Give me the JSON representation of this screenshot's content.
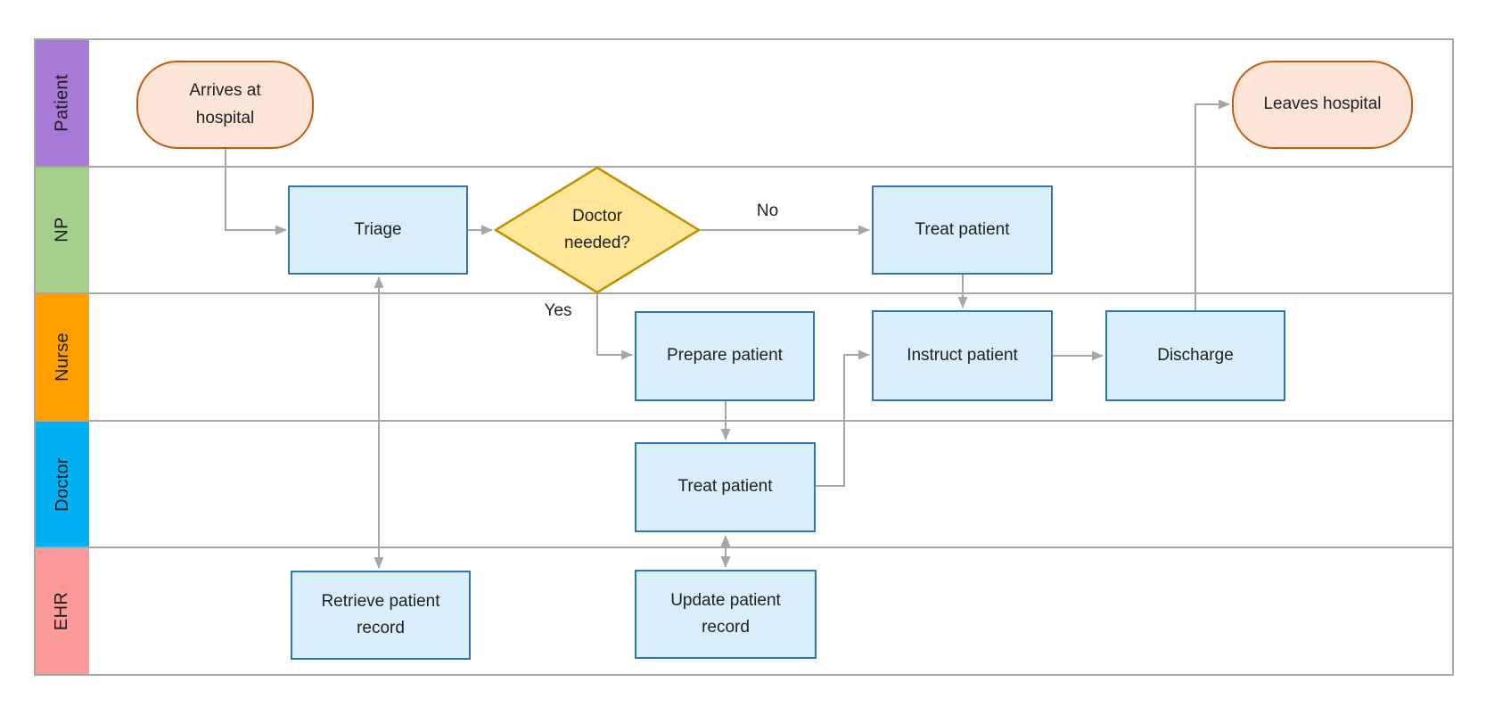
{
  "flowchart": {
    "lanes": [
      {
        "label": "Patient",
        "color": "#A87AD8"
      },
      {
        "label": "NP",
        "color": "#A6CF8D"
      },
      {
        "label": "Nurse",
        "color": "#FFA000"
      },
      {
        "label": "Doctor",
        "color": "#00B0F0"
      },
      {
        "label": "EHR",
        "color": "#FB9A98"
      }
    ],
    "nodes": [
      {
        "label": "Arrives at hospital",
        "type": "terminator",
        "lane": "Patient"
      },
      {
        "label": "Triage",
        "type": "process",
        "lane": "NP"
      },
      {
        "label": "Doctor needed?",
        "type": "decision",
        "lane": "NP"
      },
      {
        "label": "Treat patient",
        "type": "process",
        "lane": "NP"
      },
      {
        "label": "Prepare patient",
        "type": "process",
        "lane": "Nurse"
      },
      {
        "label": "Instruct patient",
        "type": "process",
        "lane": "Nurse"
      },
      {
        "label": "Discharge",
        "type": "process",
        "lane": "Nurse"
      },
      {
        "label": "Treat patient",
        "type": "process",
        "lane": "Doctor"
      },
      {
        "label": "Retrieve patient record",
        "type": "process",
        "lane": "EHR"
      },
      {
        "label": "Update patient record",
        "type": "process",
        "lane": "EHR"
      },
      {
        "label": "Leaves hospital",
        "type": "terminator",
        "lane": "Patient"
      }
    ],
    "edges": [
      {
        "from": "Arrives at hospital",
        "to": "Triage"
      },
      {
        "from": "Triage",
        "to": "Doctor needed?"
      },
      {
        "from": "Doctor needed?",
        "to": "Treat patient (NP)",
        "label": "No"
      },
      {
        "from": "Doctor needed?",
        "to": "Prepare patient",
        "label": "Yes"
      },
      {
        "from": "Treat patient (NP)",
        "to": "Instruct patient"
      },
      {
        "from": "Prepare patient",
        "to": "Treat patient (Doctor)"
      },
      {
        "from": "Treat patient (Doctor)",
        "to": "Instruct patient"
      },
      {
        "from": "Instruct patient",
        "to": "Discharge"
      },
      {
        "from": "Discharge",
        "to": "Leaves hospital"
      },
      {
        "from": "Triage",
        "to": "Retrieve patient record",
        "bidirectional": true
      },
      {
        "from": "Treat patient (Doctor)",
        "to": "Update patient record",
        "bidirectional": true
      }
    ],
    "colors": {
      "line": "#A6A6A6",
      "text": "#1F1F1F",
      "process-fill": "#D9EFFB",
      "process-stroke": "#2E75B6",
      "terminator-fill": "#FBE5D6",
      "terminator-stroke": "#C55A11",
      "decision-fill": "#FFE699",
      "decision-stroke": "#BF9000",
      "lane-patient": "#A87AD8",
      "lane-np": "#A6CF8D",
      "lane-nurse": "#FFA000",
      "lane-doctor": "#00B0F0",
      "lane-ehr": "#FB9A98"
    }
  }
}
